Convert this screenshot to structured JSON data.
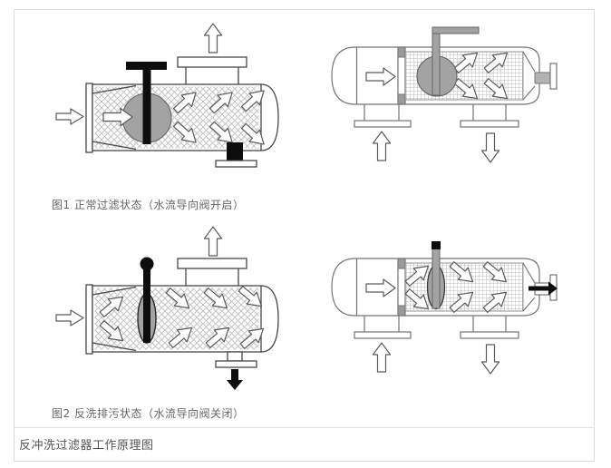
{
  "figure1": {
    "caption": "图1 正常过滤状态（水流导向阀开启）"
  },
  "figure2": {
    "caption": "图2 反洗排污状态（水流导向阀关闭）"
  },
  "footer": {
    "title": "反冲洗过滤器工作原理图"
  },
  "colors": {
    "frame_border": "#dcdcdc",
    "dark_outline": "#474747",
    "light_outline": "#757575",
    "valve_fill": "#a3a3a3",
    "black_parts": "#0d0d0d",
    "crosshatch_mesh_line": "#c4c4c4",
    "fine_grid_mesh_line": "#a9a9a9",
    "caption_text": "#666666",
    "footer_text": "#555555",
    "arrow_fill": "#ffffff"
  }
}
